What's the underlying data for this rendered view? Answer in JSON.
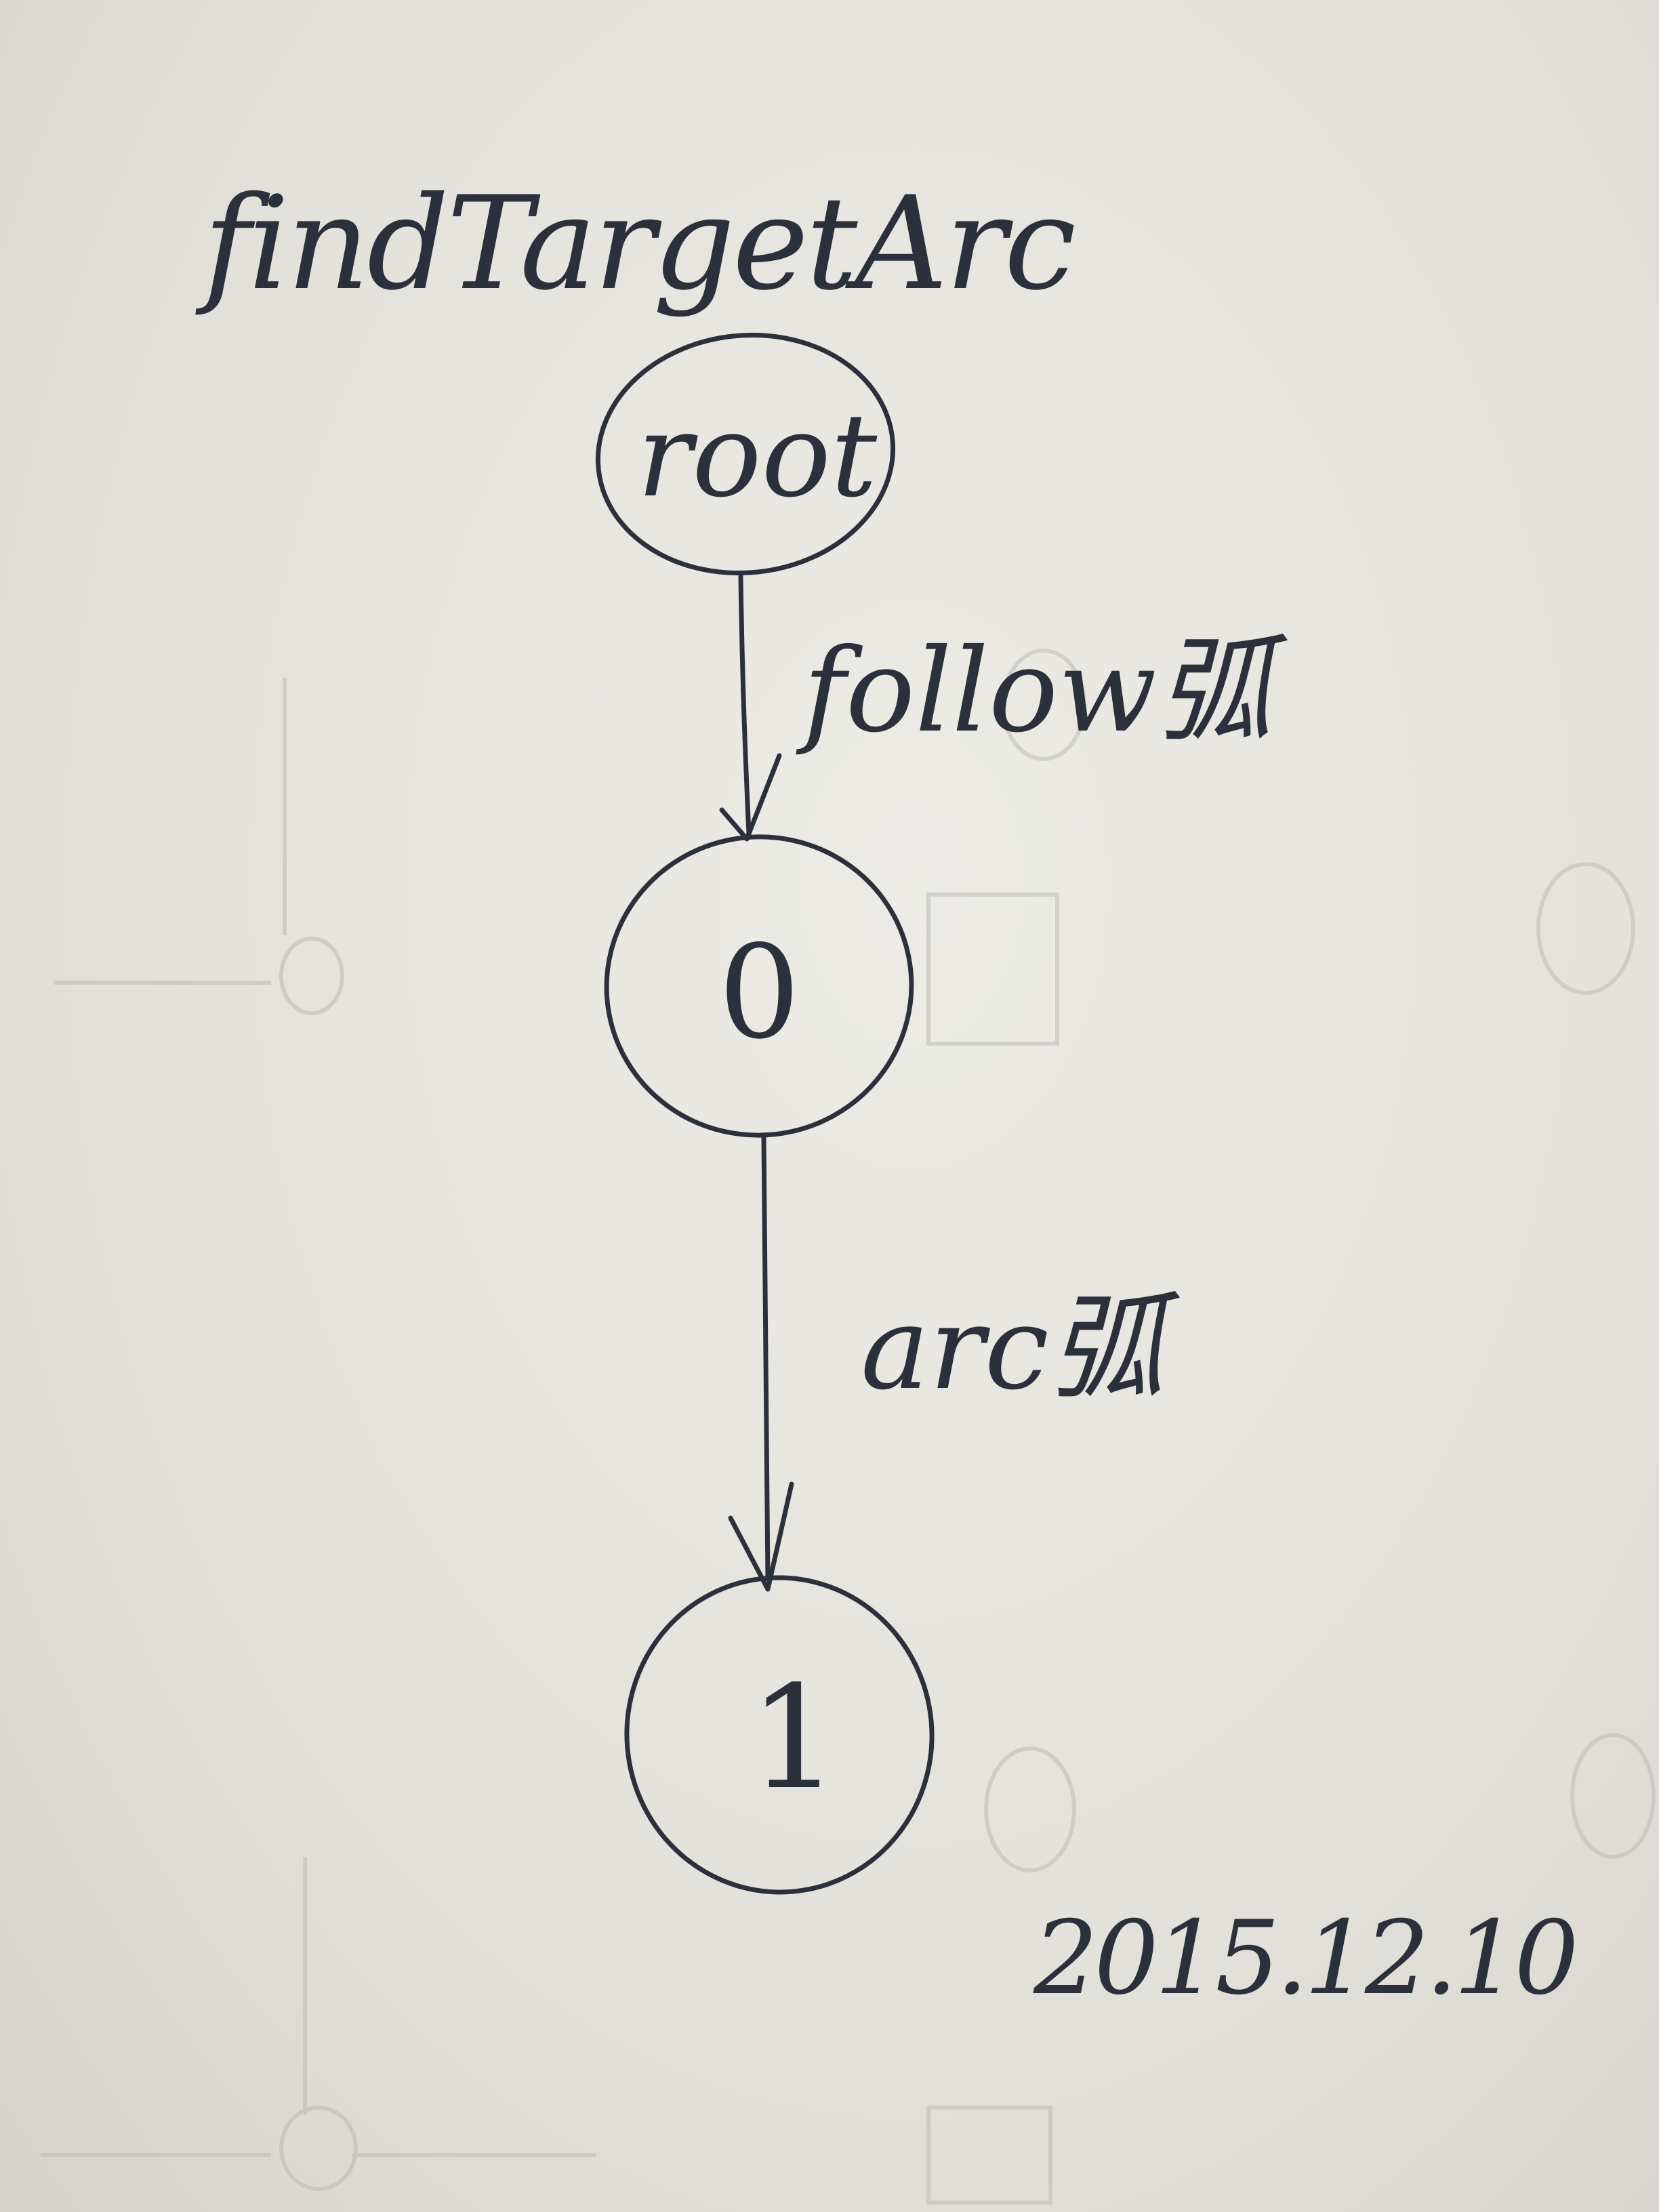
{
  "title": "findTargetArc",
  "nodes": [
    {
      "id": "root",
      "label": "root"
    },
    {
      "id": "n0",
      "label": "0"
    },
    {
      "id": "n1",
      "label": "1"
    }
  ],
  "edges": [
    {
      "from": "root",
      "to": "n0",
      "label": "follow弧"
    },
    {
      "from": "n0",
      "to": "n1",
      "label": "arc弧"
    }
  ],
  "date": "2015.12.10",
  "colors": {
    "ink": "#2c303a",
    "paper": "#e3e1da",
    "bleed_through": "#b9b8b2"
  }
}
